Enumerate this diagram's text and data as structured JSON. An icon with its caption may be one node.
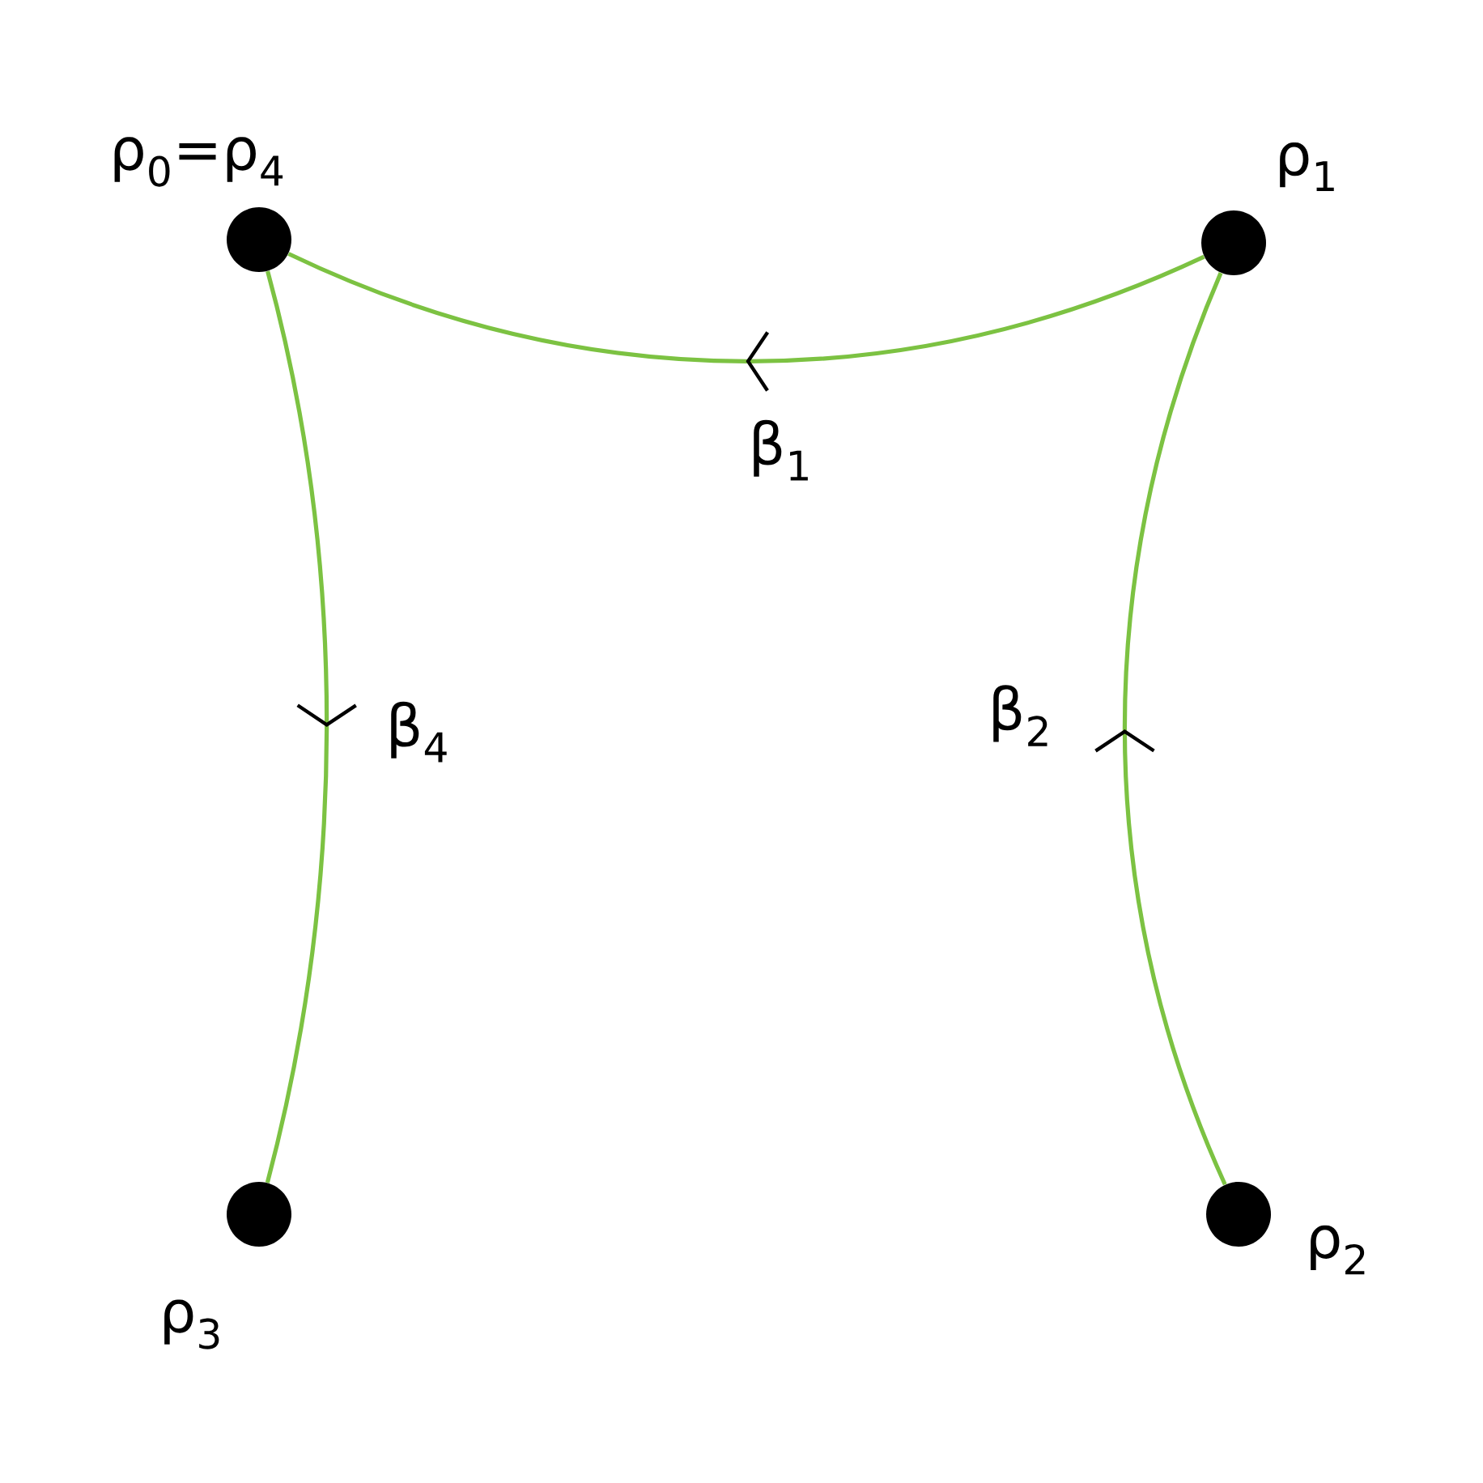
{
  "diagram": {
    "nodes": [
      {
        "text": [],
        "shape": "circle",
        "beside": [
          "ρ$_{0}$=ρ$_{4}$"
        ]
      },
      {
        "text": [],
        "shape": "circle",
        "beside": [
          "ρ$_{1}$"
        ]
      },
      {
        "text": [],
        "shape": "circle",
        "beside": [
          "ρ$_{3}$"
        ]
      },
      {
        "text": [],
        "shape": "circle",
        "beside": [
          "ρ$_{2}$"
        ]
      }
    ],
    "edges": [
      {
        "from": 1,
        "to": 0,
        "arrow": "to",
        "label": "β$_{1}$"
      },
      {
        "from": 3,
        "to": 1,
        "arrow": "to",
        "label": "β$_{2}$"
      },
      {
        "from": 0,
        "to": 2,
        "arrow": "to",
        "label": "β$_{4}$"
      }
    ]
  }
}
